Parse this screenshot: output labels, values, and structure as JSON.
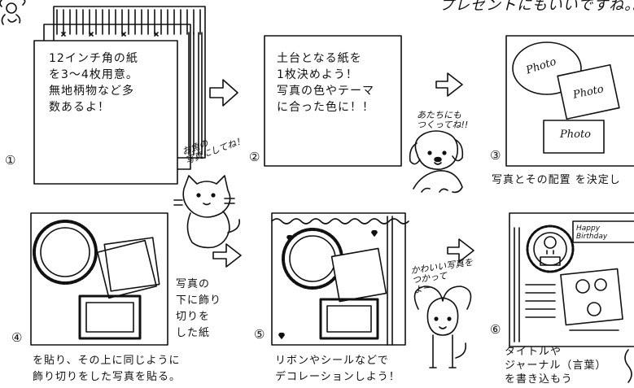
{
  "header": {
    "top_text": "プレゼントにもいいですね。。"
  },
  "steps": [
    {
      "number": "①",
      "text": "12インチ角の紙\nを3〜4枚用意。\n無地柄物など多\n数あるよ！"
    },
    {
      "number": "②",
      "text": "土台となる紙を\n1枚決めよう！\n写真の色やテーマ\nに合った色に！！"
    },
    {
      "number": "③",
      "photo_labels": [
        "Photo",
        "Photo",
        "Photo"
      ],
      "caption": "写真とその配置 を決定し"
    },
    {
      "number": "④",
      "side_text": "写真の\n下に飾り\n切りを\nした紙",
      "caption": "を貼り、その上に同じように\n飾り切りをした写真を貼る。"
    },
    {
      "number": "⑤",
      "caption": "リボンやシールなどで\nデコレーションしよう！"
    },
    {
      "number": "⑥",
      "banner": "Happy Birthday",
      "caption": "タイトルや\nジャーナル（言葉）\nを書き込もう"
    }
  ],
  "speech": {
    "cat": "お魚の\n写真にしてね！",
    "dog": "あたちにも\nつくってね!!",
    "puppy": "かわいい写真を\nつかって\nよー"
  }
}
